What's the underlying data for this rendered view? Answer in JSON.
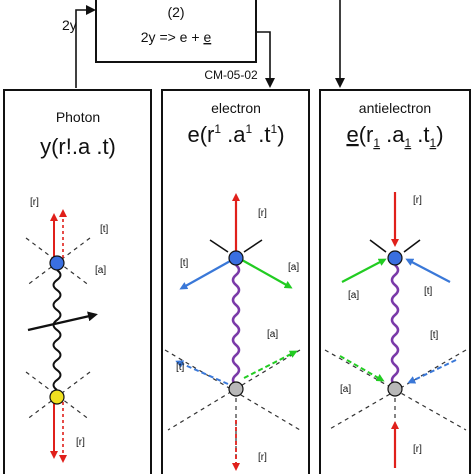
{
  "top_box": {
    "number": "(2)",
    "reaction_prefix": "2y => e + ",
    "reaction_underlined": "e"
  },
  "input_label": "2y",
  "code_label": "CM-05-02",
  "panels": {
    "photon": {
      "title": "Photon",
      "formula": "y(r!.a .t)",
      "labels": {
        "r_top": "[r]",
        "t": "[t]",
        "a": "[a]",
        "r_bottom": "[r]"
      }
    },
    "electron": {
      "title": "electron",
      "formula_base": "e(r",
      "formula_sup1": "1",
      "formula_mid1": " .a",
      "formula_sup2": "1",
      "formula_mid2": " .t",
      "formula_sup3": "1",
      "formula_end": ")",
      "labels": {
        "r_top": "[r]",
        "t_top": "[t]",
        "a_top": "[a]",
        "a_mid": "[a]",
        "t_mid": "[t]",
        "r_bottom": "[r]"
      }
    },
    "antielectron": {
      "title": "antielectron",
      "formula_e": "e",
      "formula_p1": "(r",
      "formula_s1": "1",
      "formula_p2": " .a",
      "formula_s2": "1",
      "formula_p3": " .t",
      "formula_s3": "1",
      "formula_p4": ")",
      "labels": {
        "r_top": "[r]",
        "a_top": "[a]",
        "t_top": "[t]",
        "t_mid": "[t]",
        "a_mid": "[a]",
        "r_bottom": "[r]"
      }
    }
  },
  "colors": {
    "red": "#e0201b",
    "blue": "#3a78d8",
    "green": "#22cc22",
    "purple": "#7a3aa8",
    "node_blue": "#3a6fe0",
    "node_yellow": "#f0e020",
    "node_gray": "#b8b8b8"
  }
}
